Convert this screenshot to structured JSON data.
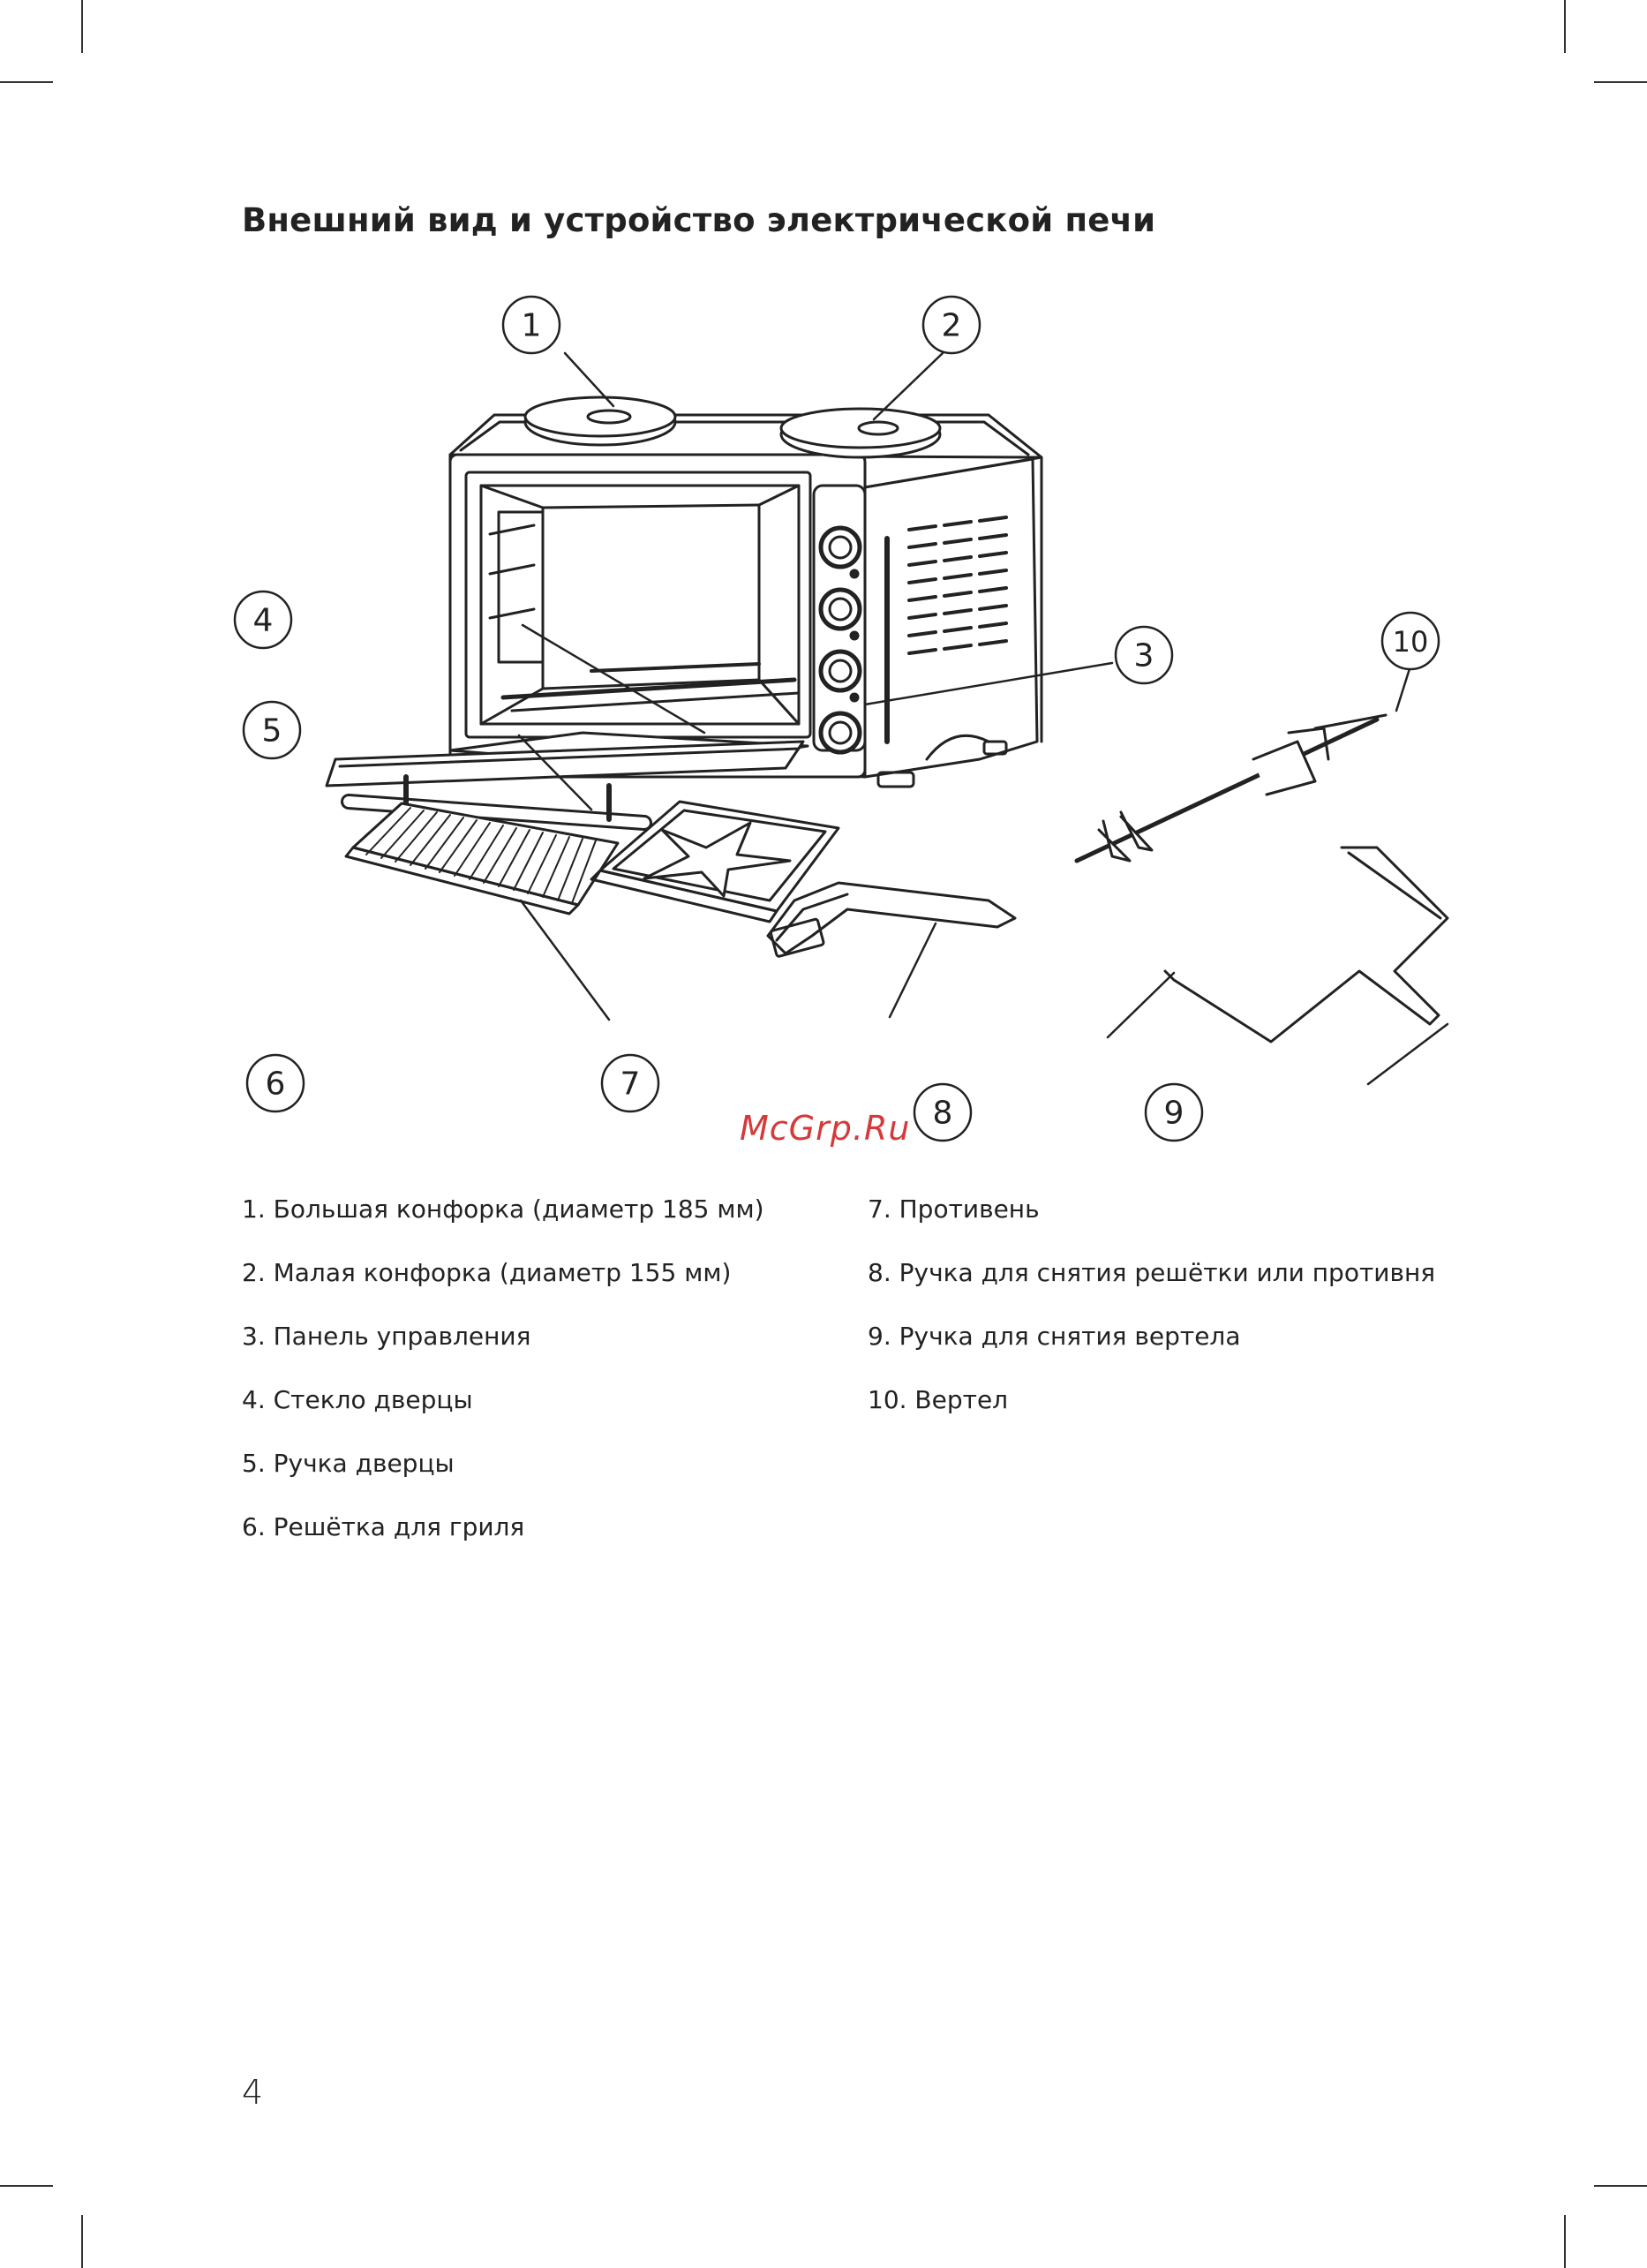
{
  "title": "Внешний вид и устройство электрической печи",
  "callouts": [
    "1",
    "2",
    "3",
    "4",
    "5",
    "6",
    "7",
    "8",
    "9",
    "10"
  ],
  "watermark": "McGrp.Ru",
  "parts_left": [
    "1.  Большая конфорка (диаметр 185 мм)",
    "2. Малая конфорка (диаметр 155 мм)",
    "3. Панель управления",
    "4. Стекло дверцы",
    "5. Ручка дверцы",
    "6. Решётка для гриля"
  ],
  "parts_right": [
    "7. Противень",
    "8. Ручка для снятия решётки или противня",
    "9. Ручка для снятия вертела",
    "10. Вертел"
  ],
  "page_number": "4"
}
